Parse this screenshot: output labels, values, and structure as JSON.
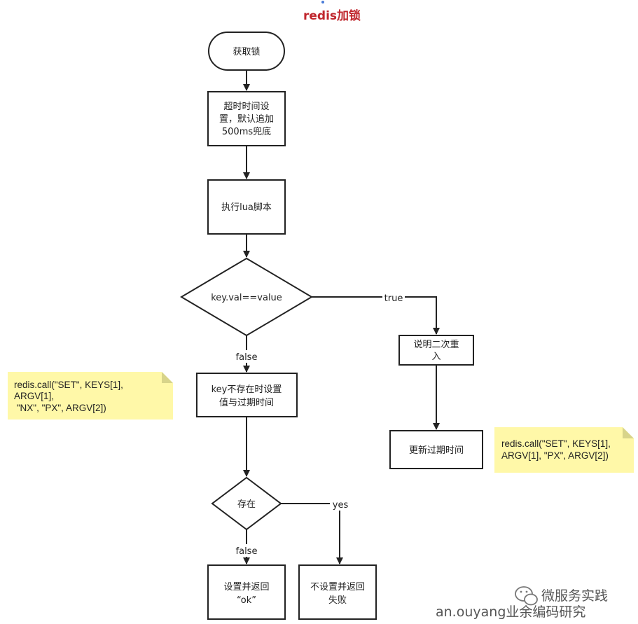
{
  "title": "redis加锁",
  "colors": {
    "title": "#c0262d",
    "note_fill": "#fff8a8",
    "note_fold": "#d8d48a",
    "stroke": "#222222",
    "accent_dot": "#4a7bd8"
  },
  "nodes": {
    "start": "获取锁",
    "timeout": [
      "超时时间设",
      "置，默认追加",
      "500ms兜底"
    ],
    "exec_lua": "执行lua脚本",
    "check_key": "key.val==value",
    "set_expire": [
      "key不存在时设置",
      "值与过期时间"
    ],
    "reentry": [
      "说明二次重",
      "入"
    ],
    "update_expire": "更新过期时间",
    "exists": "存在",
    "set_ok": [
      "设置并返回",
      "“ok”"
    ],
    "fail": [
      "不设置并返回",
      "失败"
    ]
  },
  "edge_labels": {
    "true": "true",
    "false_1": "false",
    "yes": "yes",
    "false_2": "false"
  },
  "notes": {
    "left": [
      "redis.call(\"SET\", KEYS[1],",
      "ARGV[1],",
      " \"NX\", \"PX\", ARGV[2])"
    ],
    "right": [
      "redis.call(\"SET\", KEYS[1],",
      "ARGV[1], \"PX\", ARGV[2])"
    ]
  },
  "watermark": {
    "brand": "微服务实践",
    "author": "an.ouyang业余编码研究"
  }
}
